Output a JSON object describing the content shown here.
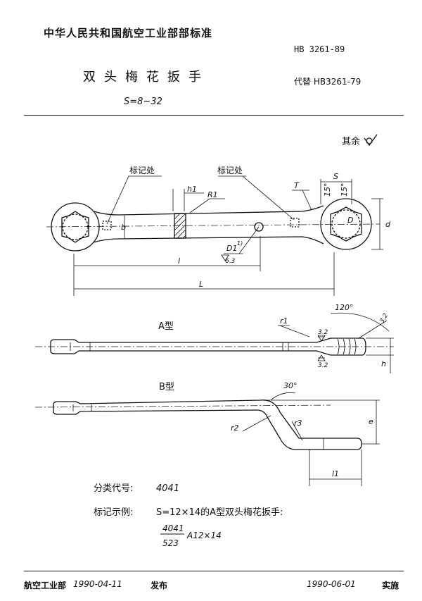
{
  "header": {
    "organization": "中华人民共和国航空工业部部标准",
    "standard_number": "HB 3261-89",
    "title": "双头梅花扳手",
    "replaces": "代替 HB3261-79",
    "size_range": "S=8~32"
  },
  "roughness_note": "其余",
  "drawing": {
    "marking_label_left": "标记处",
    "marking_label_right": "标记处",
    "dim_h1": "h1",
    "dim_R1": "R1",
    "dim_T": "T",
    "dim_S": "S",
    "dim_15_left": "15°",
    "dim_15_right": "15°",
    "dim_b": "b",
    "dim_D": "D",
    "dim_d": "d",
    "dim_D1": "D1",
    "footnote_mark": "1)",
    "rough_63": "6.3",
    "dim_l": "l",
    "dim_L": "L",
    "type_a_label": "A型",
    "dim_120": "120°",
    "rough_32_top": "3.2",
    "rough_32_side": "3.2",
    "rough_32_bottom": "3.2",
    "dim_r1": "r1",
    "dim_h": "h",
    "type_b_label": "B型",
    "dim_30": "30°",
    "dim_r2": "r2",
    "dim_r3": "r3",
    "dim_e": "e",
    "dim_l1": "l1"
  },
  "notes": {
    "classification_label": "分类代号:",
    "classification_value": "4041",
    "example_label": "标记示例:",
    "example_text": "S=12×14的A型双头梅花扳手:",
    "fraction_top": "4041",
    "fraction_bottom": "523",
    "fraction_suffix": "A12×14"
  },
  "footer": {
    "issuer": "航空工业部",
    "issue_date": "1990-04-11",
    "issue_word": "发布",
    "effective_date": "1990-06-01",
    "effective_word": "实施"
  }
}
